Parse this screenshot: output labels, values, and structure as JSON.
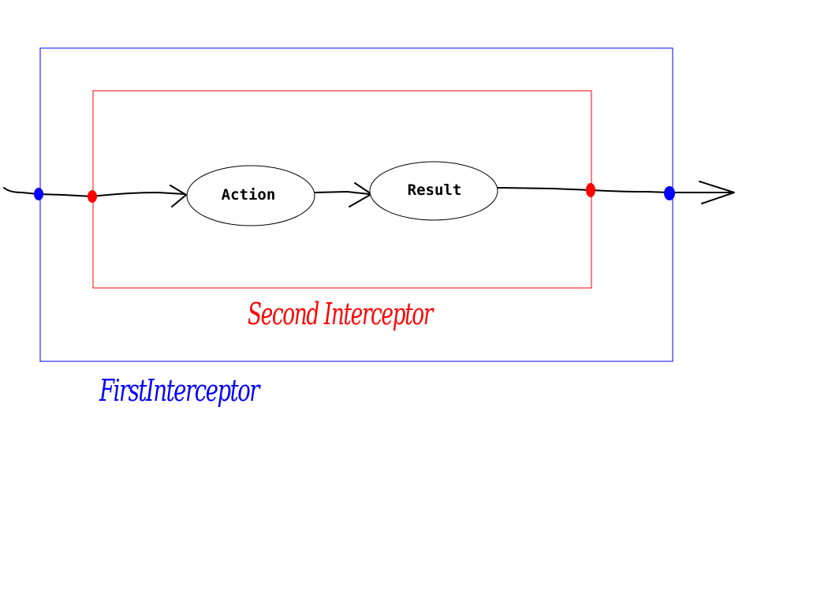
{
  "diagram": {
    "nodes": [
      {
        "id": "action",
        "label": "Action"
      },
      {
        "id": "result",
        "label": "Result"
      }
    ],
    "containers": [
      {
        "id": "first-interceptor",
        "label": "FirstInterceptor",
        "color": "#0000ff"
      },
      {
        "id": "second-interceptor",
        "label": "Second Interceptor",
        "color": "#ff0000"
      }
    ],
    "edges": [
      {
        "from": "start",
        "to": "action"
      },
      {
        "from": "action",
        "to": "result"
      },
      {
        "from": "result",
        "to": "end"
      }
    ],
    "colors": {
      "first_interceptor": "#0000ff",
      "second_interceptor": "#ff0000",
      "flow": "#000000"
    }
  }
}
